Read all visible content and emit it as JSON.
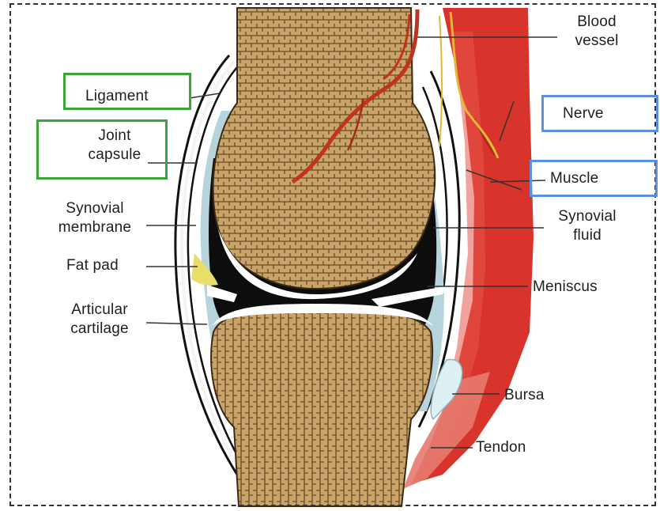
{
  "labels": {
    "blood_vessel_line1": "Blood",
    "blood_vessel_line2": "vessel",
    "ligament": "Ligament",
    "nerve": "Nerve",
    "joint_capsule_line1": "Joint",
    "joint_capsule_line2": "capsule",
    "muscle": "Muscle",
    "synovial_membrane_line1": "Synovial",
    "synovial_membrane_line2": "membrane",
    "synovial_fluid_line1": "Synovial",
    "synovial_fluid_line2": "fluid",
    "fat_pad": "Fat pad",
    "meniscus": "Meniscus",
    "articular_cartilage_line1": "Articular",
    "articular_cartilage_line2": "cartilage",
    "bursa": "Bursa",
    "tendon": "Tendon"
  },
  "highlight_boxes": [
    {
      "target": "Ligament",
      "color": "#3aa63a"
    },
    {
      "target": "Joint capsule",
      "color": "#3aa63a"
    },
    {
      "target": "Nerve",
      "color": "#5b8fe0"
    },
    {
      "target": "Muscle",
      "color": "#5b8fe0"
    }
  ],
  "colors": {
    "bone": "#c9a46a",
    "bone_pattern": "#6b4a23",
    "synovial_fluid": "#0d0d0d",
    "muscle": "#d9342b",
    "blood_vessel": "#c0341f",
    "nerve": "#e0b93a",
    "cartilage": "#ffffff",
    "membrane": "#b7d3dc"
  }
}
